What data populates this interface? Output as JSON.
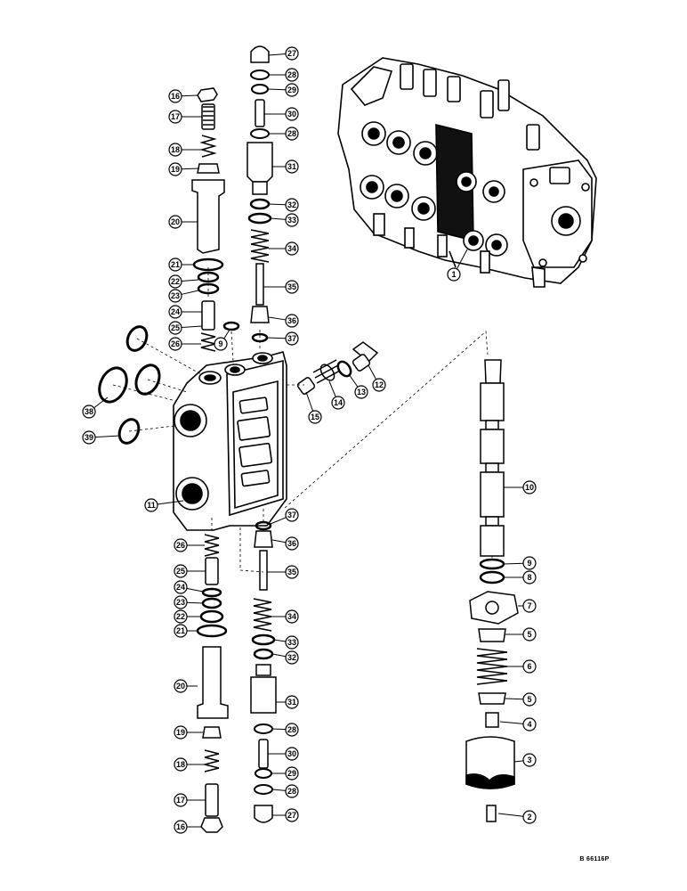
{
  "drawing_code": "B 66116P",
  "callouts": [
    "1",
    "2",
    "3",
    "4",
    "5",
    "5",
    "6",
    "7",
    "8",
    "9",
    "10",
    "11",
    "12",
    "13",
    "14",
    "15",
    "16",
    "17",
    "18",
    "19",
    "20",
    "21",
    "22",
    "23",
    "24",
    "25",
    "26",
    "27",
    "28",
    "29",
    "30",
    "28",
    "31",
    "32",
    "33",
    "34",
    "35",
    "36",
    "37",
    "9",
    "38",
    "39",
    "37",
    "36",
    "35",
    "26",
    "25",
    "24",
    "23",
    "22",
    "21",
    "34",
    "33",
    "32",
    "20",
    "31",
    "19",
    "28",
    "30",
    "18",
    "29",
    "28",
    "17",
    "27",
    "16"
  ]
}
